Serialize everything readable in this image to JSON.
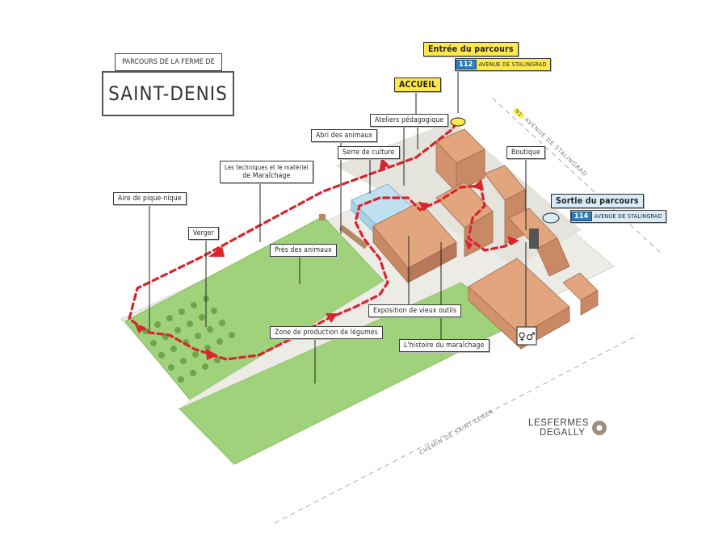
{
  "title": {
    "line1": "PARCOURS DE LA FERME DE",
    "line2": "SAINT-DENIS"
  },
  "entrance": {
    "label": "Entrée du parcours",
    "number": "112",
    "street": "AVENUE DE STALINGRAD"
  },
  "accueil": "ACCUEIL",
  "exit": {
    "label": "Sortie du parcours",
    "number": "114",
    "street": "AVENUE DE STALINGRAD"
  },
  "labels": {
    "ateliers": "Ateliers pédagogique",
    "abri": "Abri des animaux",
    "serre": "Serre de culture",
    "techniques_1": "Les techniques et le matériel",
    "techniques_2": "de Maraîchage",
    "boutique": "Boutique",
    "pique_nique": "Aire de pique-nique",
    "verger": "Verger",
    "pres": "Prés des animaux",
    "exposition": "Exposition de vieux outils",
    "zone": "Zone de production de légumes",
    "histoire": "L'histoire du maraîchage"
  },
  "streets": {
    "stalingrad_num": "N1",
    "stalingrad": "AVENUE DE STALINGRAD",
    "saint_leger": "CHEMIN DE SAINT-LÉGER"
  },
  "logo": {
    "line1": "LESFERMES",
    "line2": "DEGALLY"
  },
  "colors": {
    "route": "#d9232d",
    "accent_yellow": "#ffe94a",
    "accent_blue": "#2f7fc0",
    "lawn": "#9fd27a",
    "roof": "#d99a72"
  }
}
